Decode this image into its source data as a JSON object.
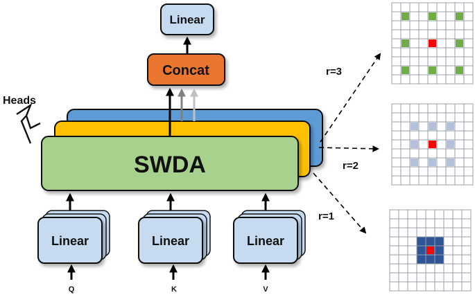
{
  "labels": {
    "linear_top": "Linear",
    "concat": "Concat",
    "heads": "Heads",
    "swda": "SWDA",
    "linear_q": "Linear",
    "linear_k": "Linear",
    "linear_v": "Linear",
    "q": "Q",
    "k": "K",
    "v": "V",
    "r3": "r=3",
    "r2": "r=2",
    "r1": "r=1"
  },
  "colors": {
    "linear_fill": "#c6daf0",
    "concat_fill": "#e8762d",
    "swda_fill": "#a9d18e",
    "head2_fill": "#ffc000",
    "head3_fill": "#5b9bd5",
    "r3_mark": "#70ad47",
    "r2_mark": "#b4c0d8",
    "r1_mark": "#2f5597",
    "center_mark": "#ff0000"
  },
  "grids": [
    {
      "name": "r3",
      "size": 9,
      "center": [
        4,
        4
      ],
      "dilation": 3,
      "block": false
    },
    {
      "name": "r2",
      "size": 9,
      "center": [
        4,
        4
      ],
      "dilation": 2,
      "block": false
    },
    {
      "name": "r1",
      "size": 9,
      "center": [
        4,
        4
      ],
      "dilation": 1,
      "block": true
    }
  ]
}
